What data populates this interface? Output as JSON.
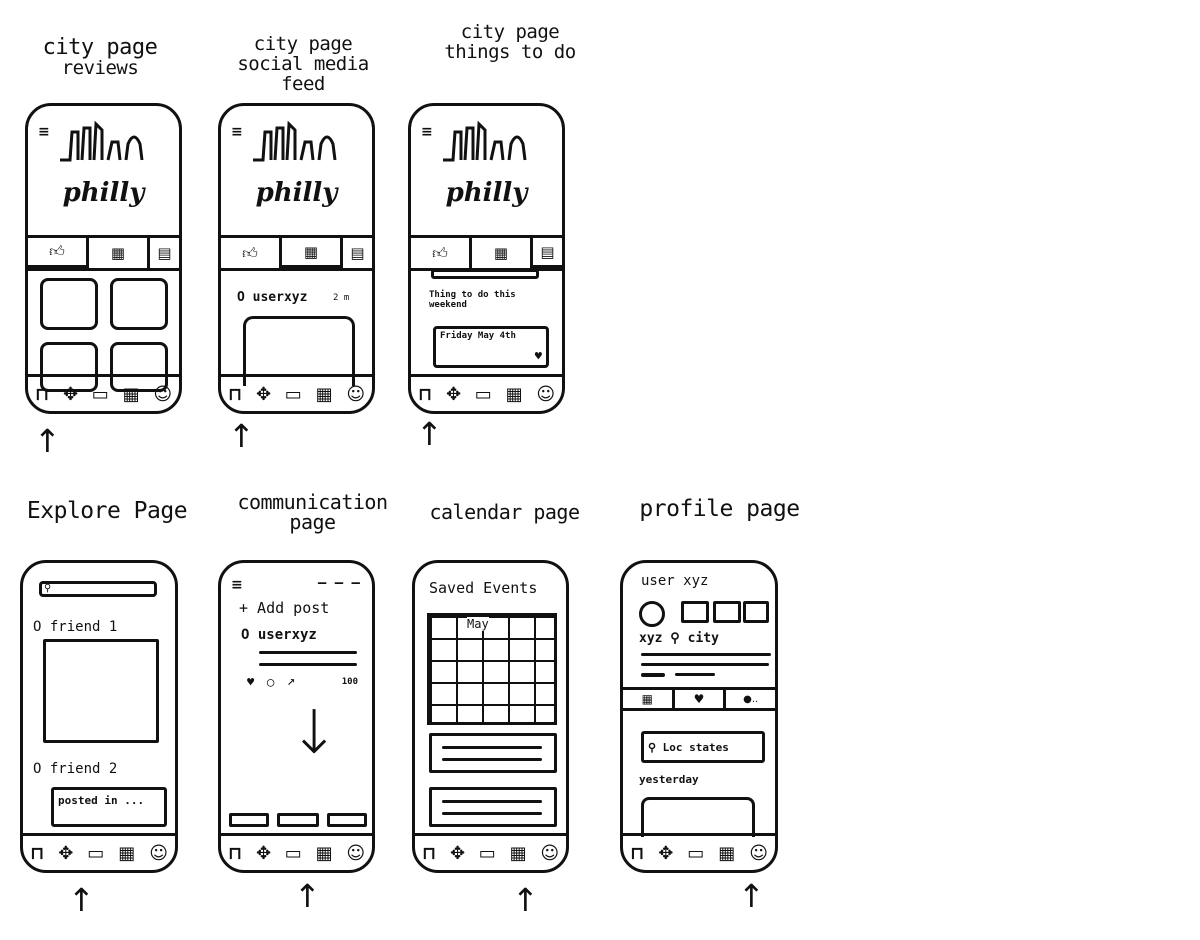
{
  "titles": {
    "reviews": [
      "city page",
      "reviews"
    ],
    "social": [
      "city page",
      "social media",
      "feed"
    ],
    "things": [
      "city page",
      "things to do"
    ],
    "explore": "Explore Page",
    "communication": [
      "communication",
      "page"
    ],
    "calendar": "calendar page",
    "profile": "profile page"
  },
  "city_header": {
    "logo": "philly"
  },
  "social": {
    "user": "O userxyz",
    "time": "2 m"
  },
  "things": {
    "heading": "Thing to do this weekend",
    "event": "Friday May 4th"
  },
  "explore": {
    "friend1": "O friend 1",
    "friend2": "O friend 2",
    "posted": "posted in ..."
  },
  "communication": {
    "add_post": "+ Add post",
    "user": "O userxyz",
    "count": "100"
  },
  "calendar": {
    "heading": "Saved Events",
    "month": "May"
  },
  "profile": {
    "username": "user xyz",
    "location": "xyz ⚲ city",
    "status": "⚲ Loc states",
    "yesterday": "yesterday"
  },
  "nav_icons": [
    "city-icon",
    "explore-icon",
    "chat-icon",
    "calendar-icon",
    "profile-icon"
  ],
  "accent": "#f0c000"
}
